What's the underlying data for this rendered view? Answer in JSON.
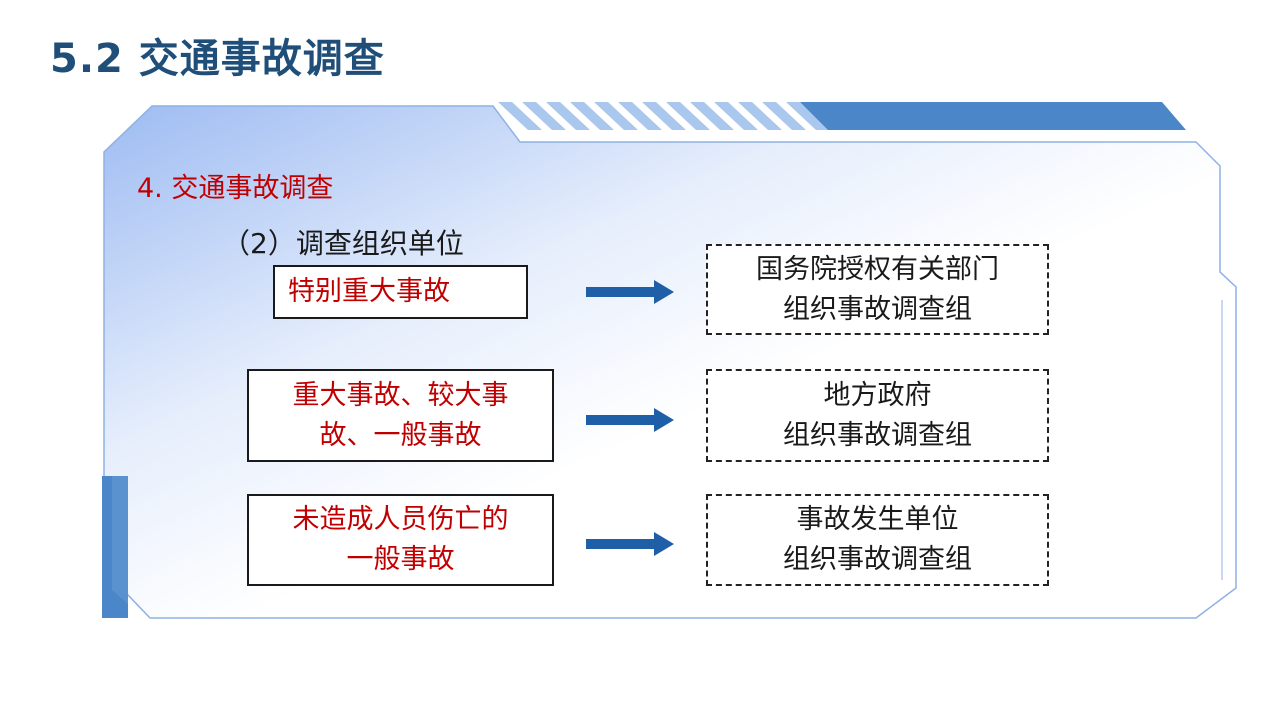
{
  "header": {
    "title": "5.2 交通事故调查"
  },
  "content": {
    "section_heading": "4. 交通事故调查",
    "sub_heading": "（2）调查组织单位",
    "rows": [
      {
        "source": "特别重大事故",
        "target_line1": "国务院授权有关部门",
        "target_line2": "组织事故调查组"
      },
      {
        "source_line1": "重大事故、较大事",
        "source_line2": "故、一般事故",
        "target_line1": "地方政府",
        "target_line2": "组织事故调查组"
      },
      {
        "source_line1": "未造成人员伤亡的",
        "source_line2": "一般事故",
        "target_line1": "事故发生单位",
        "target_line2": "组织事故调查组"
      }
    ]
  },
  "colors": {
    "title": "#1f4e79",
    "accent_red": "#c00000",
    "arrow_blue": "#1f5fa8",
    "frame_blue": "#4a86c8"
  },
  "icons": {
    "arrow": "right-arrow-icon"
  }
}
